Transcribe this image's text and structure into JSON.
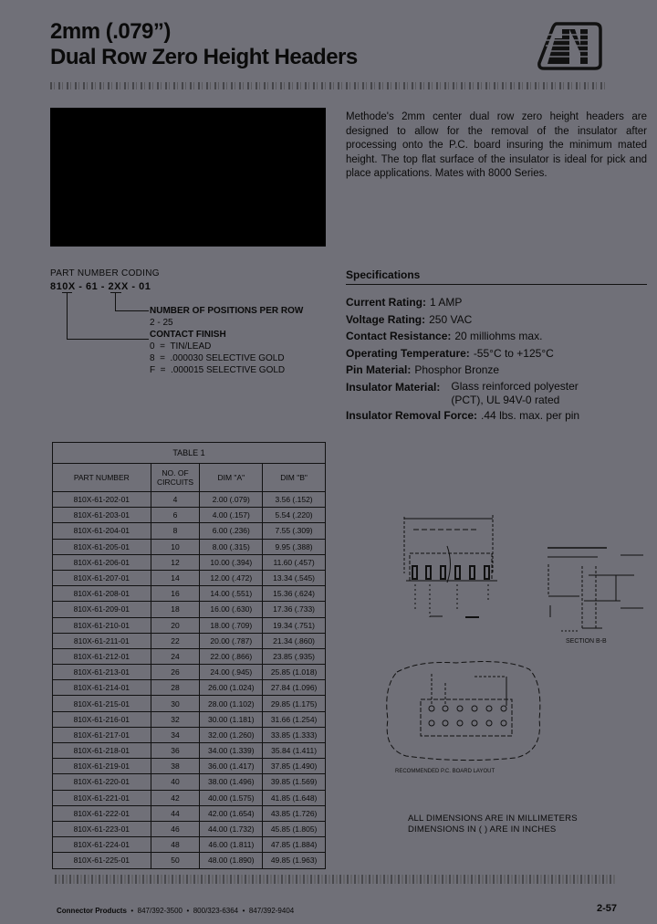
{
  "header": {
    "title_line1": "2mm (.079”)",
    "title_line2": "Dual Row Zero Height Headers",
    "logo_icon": "methode-m-logo"
  },
  "intro": {
    "text": "Methode's 2mm center dual row zero height headers are designed to allow for the removal of the insulator after processing onto the P.C. board insuring the minimum mated height. The top flat surface of the insulator is ideal for pick and place applications. Mates with 8000 Series."
  },
  "part_number_coding": {
    "label": "PART NUMBER CODING",
    "code_parts": [
      "810X",
      " - 61 - ",
      "2XX",
      " - 01"
    ],
    "positions_title": "NUMBER OF POSITIONS PER ROW",
    "positions_range": "2 - 25",
    "finish_title": "CONTACT FINISH",
    "finish_options": [
      "0  =  TIN/LEAD",
      "8  =  .000030 SELECTIVE GOLD",
      "F  =  .000015 SELECTIVE GOLD"
    ]
  },
  "specifications": {
    "title": "Specifications",
    "items": [
      {
        "label": "Current Rating:",
        "value": "1 AMP"
      },
      {
        "label": "Voltage Rating:",
        "value": "250 VAC"
      },
      {
        "label": "Contact Resistance:",
        "value": "20 milliohms max."
      },
      {
        "label": "Operating Temperature:",
        "value": "-55°C to +125°C"
      },
      {
        "label": "Pin Material:",
        "value": "Phosphor Bronze"
      },
      {
        "label": "Insulator Material:",
        "value": "Glass reinforced polyester (PCT), UL 94V-0 rated"
      },
      {
        "label": "Insulator Removal Force:",
        "value": ".44 lbs. max. per pin"
      }
    ]
  },
  "table1": {
    "caption": "TABLE 1",
    "headers": [
      "PART NUMBER",
      "NO. OF CIRCUITS",
      "DIM \"A\"",
      "DIM \"B\""
    ],
    "rows": [
      [
        "810X-61-202-01",
        "4",
        "2.00 (.079)",
        "3.56 (.152)"
      ],
      [
        "810X-61-203-01",
        "6",
        "4.00 (.157)",
        "5.54 (.220)"
      ],
      [
        "810X-61-204-01",
        "8",
        "6.00 (.236)",
        "7.55 (.309)"
      ],
      [
        "810X-61-205-01",
        "10",
        "8.00 (.315)",
        "9.95 (.388)"
      ],
      [
        "810X-61-206-01",
        "12",
        "10.00 (.394)",
        "11.60 (.457)"
      ],
      [
        "810X-61-207-01",
        "14",
        "12.00 (.472)",
        "13.34 (.545)"
      ],
      [
        "810X-61-208-01",
        "16",
        "14.00 (.551)",
        "15.36 (.624)"
      ],
      [
        "810X-61-209-01",
        "18",
        "16.00 (.630)",
        "17.36 (.733)"
      ],
      [
        "810X-61-210-01",
        "20",
        "18.00 (.709)",
        "19.34 (.751)"
      ],
      [
        "810X-61-211-01",
        "22",
        "20.00 (.787)",
        "21.34 (.860)"
      ],
      [
        "810X-61-212-01",
        "24",
        "22.00 (.866)",
        "23.85 (.935)"
      ],
      [
        "810X-61-213-01",
        "26",
        "24.00 (.945)",
        "25.85 (1.018)"
      ],
      [
        "810X-61-214-01",
        "28",
        "26.00 (1.024)",
        "27.84 (1.096)"
      ],
      [
        "810X-61-215-01",
        "30",
        "28.00 (1.102)",
        "29.85 (1.175)"
      ],
      [
        "810X-61-216-01",
        "32",
        "30.00 (1.181)",
        "31.66 (1.254)"
      ],
      [
        "810X-61-217-01",
        "34",
        "32.00 (1.260)",
        "33.85 (1.333)"
      ],
      [
        "810X-61-218-01",
        "36",
        "34.00 (1.339)",
        "35.84 (1.411)"
      ],
      [
        "810X-61-219-01",
        "38",
        "36.00 (1.417)",
        "37.85 (1.490)"
      ],
      [
        "810X-61-220-01",
        "40",
        "38.00 (1.496)",
        "39.85 (1.569)"
      ],
      [
        "810X-61-221-01",
        "42",
        "40.00 (1.575)",
        "41.85 (1.648)"
      ],
      [
        "810X-61-222-01",
        "44",
        "42.00 (1.654)",
        "43.85 (1.726)"
      ],
      [
        "810X-61-223-01",
        "46",
        "44.00 (1.732)",
        "45.85 (1.805)"
      ],
      [
        "810X-61-224-01",
        "48",
        "46.00 (1.811)",
        "47.85 (1.884)"
      ],
      [
        "810X-61-225-01",
        "50",
        "48.00 (1.890)",
        "49.85 (1.963)"
      ]
    ]
  },
  "drawing": {
    "section_label": "SECTION B-B",
    "pcb_caption": "RECOMMENDED P.C. BOARD LAYOUT",
    "notes": [
      "ALL DIMENSIONS ARE IN MILLIMETERS",
      "DIMENSIONS IN ( ) ARE IN INCHES"
    ]
  },
  "footer": {
    "division": "Connector Products",
    "phones": [
      "847/392-3500",
      "800/323-6364",
      "847/392-9404"
    ],
    "separator": "•",
    "page_number": "2-57"
  }
}
